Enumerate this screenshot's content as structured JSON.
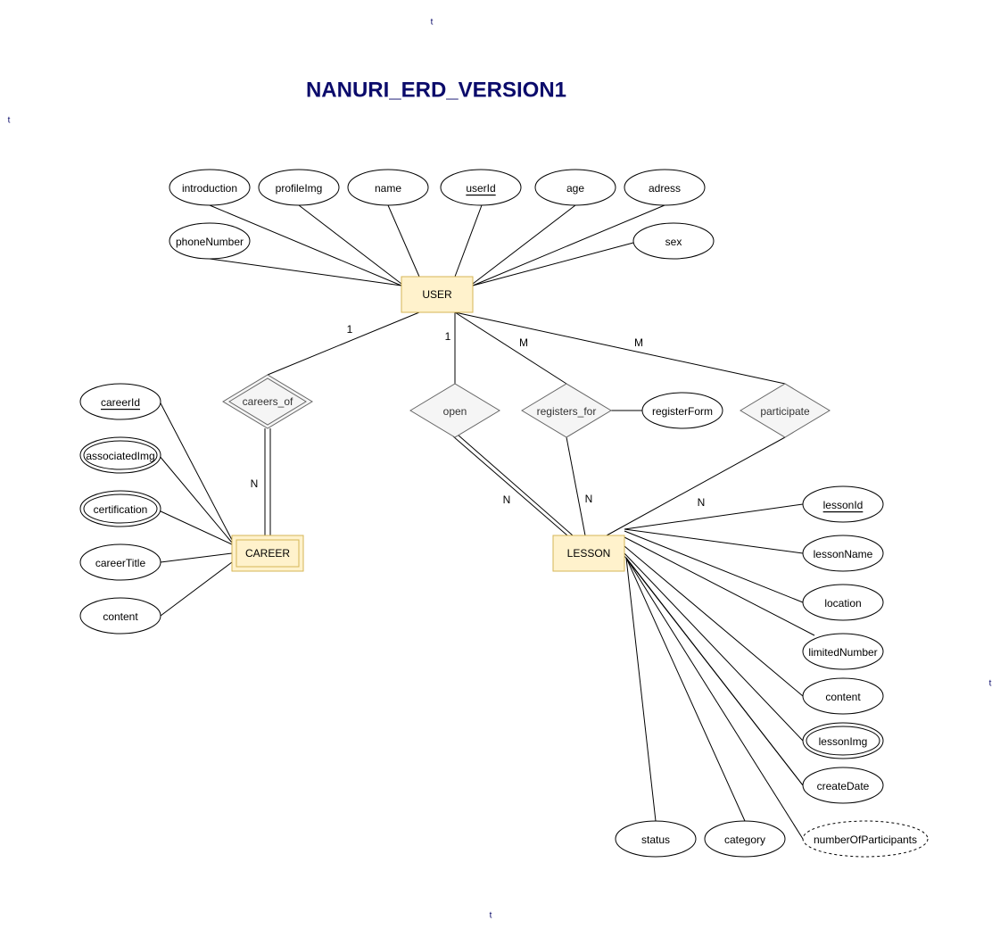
{
  "title": "NANURI_ERD_VERSION1",
  "markers": [
    "t",
    "t",
    "t",
    "t"
  ],
  "entities": {
    "user": "USER",
    "career": "CAREER",
    "lesson": "LESSON"
  },
  "relationships": {
    "careers_of": "careers_of",
    "open": "open",
    "registers_for": "registers_for",
    "participate": "participate"
  },
  "cardinality": {
    "user_careers": "1",
    "career_careers": "N",
    "user_open": "1",
    "lesson_open": "N",
    "user_registers": "M",
    "lesson_registers": "N",
    "user_participate": "M",
    "lesson_participate": "N"
  },
  "user_attributes": {
    "introduction": "introduction",
    "profileImg": "profileImg",
    "name": "name",
    "userId": "userId",
    "age": "age",
    "adress": "adress",
    "phoneNumber": "phoneNumber",
    "sex": "sex"
  },
  "relationship_attributes": {
    "registerForm": "registerForm"
  },
  "career_attributes": {
    "careerId": "careerId",
    "associatedImg": "associatedImg",
    "certification": "certification",
    "careerTitle": "careerTitle",
    "content": "content"
  },
  "lesson_attributes": {
    "lessonId": "lessonId",
    "lessonName": "lessonName",
    "location": "location",
    "limitedNumber": "limitedNumber",
    "content": "content",
    "lessonImg": "lessonImg",
    "createDate": "createDate",
    "status": "status",
    "category": "category",
    "numberOfParticipants": "numberOfParticipants"
  }
}
